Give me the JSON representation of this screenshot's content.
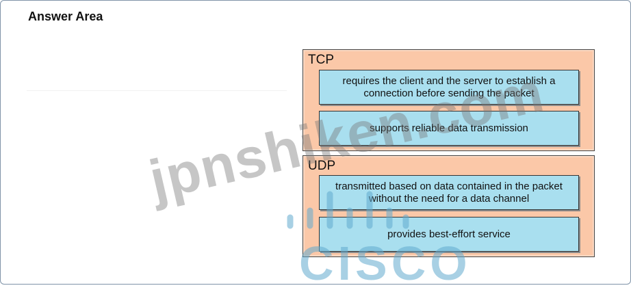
{
  "answer_area": {
    "title": "Answer Area"
  },
  "groups": {
    "tcp": {
      "label": "TCP",
      "items": [
        "requires the client and the server to establish a connection before sending the packet",
        "supports reliable data transmission"
      ]
    },
    "udp": {
      "label": "UDP",
      "items": [
        "transmitted based on data contained in the packet without the need for a data channel",
        "provides best-effort service"
      ]
    }
  },
  "watermarks": {
    "site": "jpnshiken.com",
    "brand": "CISCO"
  },
  "colors": {
    "group_bg": "#fbc8a8",
    "item_bg": "#a9dfef",
    "cisco_blue": "#60aace"
  },
  "icons": [
    "cisco-logo-icon"
  ]
}
